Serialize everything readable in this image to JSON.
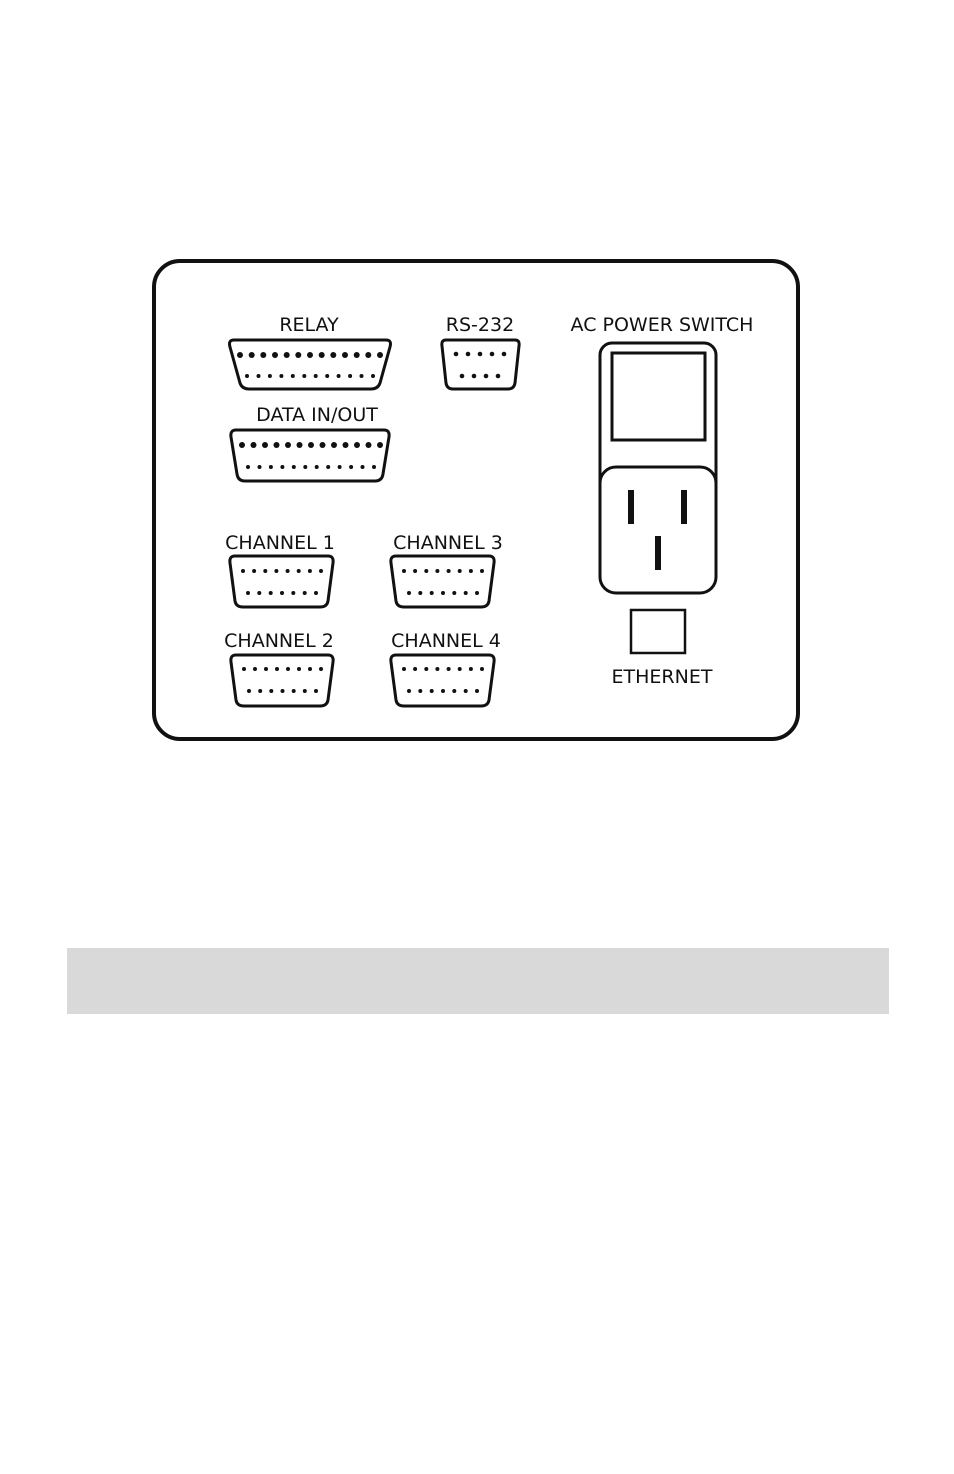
{
  "diagram": {
    "labels": {
      "relay": "RELAY",
      "rs232": "RS-232",
      "ac_power_switch": "AC POWER SWITCH",
      "data_in_out": "DATA IN/OUT",
      "channel_1": "CHANNEL 1",
      "channel_2": "CHANNEL 2",
      "channel_3": "CHANNEL 3",
      "channel_4": "CHANNEL 4",
      "ethernet": "ETHERNET"
    }
  },
  "colors": {
    "stroke": "#111111",
    "background": "#ffffff",
    "bar": "#d9d9d9"
  }
}
